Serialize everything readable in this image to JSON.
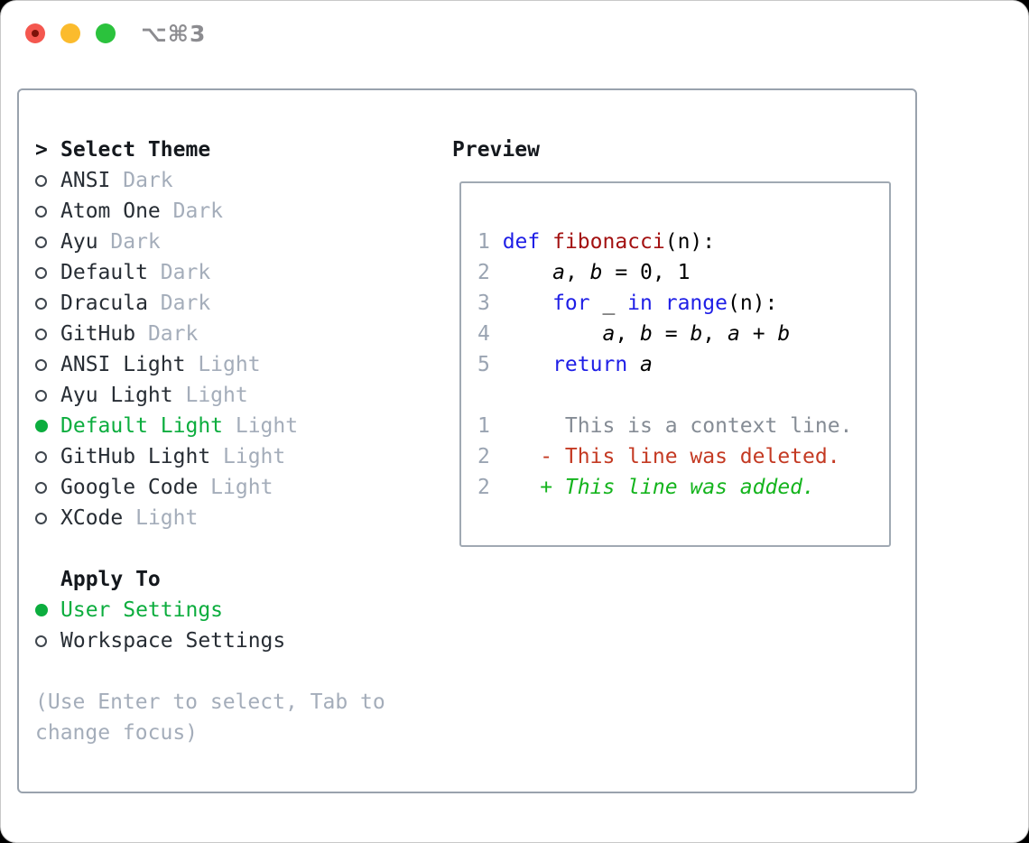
{
  "window": {
    "title": "⌥⌘3",
    "traffic_lights": {
      "close_color": "#f4574f",
      "unsaved_dot_color": "#7c1209",
      "minimize_color": "#fbbb2d",
      "zoom_color": "#2bc23d"
    }
  },
  "theme_picker": {
    "prompt": ">",
    "title": "Select Theme",
    "themes": [
      {
        "name": "ANSI",
        "variant": "Dark",
        "selected": false
      },
      {
        "name": "Atom One",
        "variant": "Dark",
        "selected": false
      },
      {
        "name": "Ayu",
        "variant": "Dark",
        "selected": false
      },
      {
        "name": "Default",
        "variant": "Dark",
        "selected": false
      },
      {
        "name": "Dracula",
        "variant": "Dark",
        "selected": false
      },
      {
        "name": "GitHub",
        "variant": "Dark",
        "selected": false
      },
      {
        "name": "ANSI Light",
        "variant": "Light",
        "selected": false
      },
      {
        "name": "Ayu Light",
        "variant": "Light",
        "selected": false
      },
      {
        "name": "Default Light",
        "variant": "Light",
        "selected": true
      },
      {
        "name": "GitHub Light",
        "variant": "Light",
        "selected": false
      },
      {
        "name": "Google Code",
        "variant": "Light",
        "selected": false
      },
      {
        "name": "XCode",
        "variant": "Light",
        "selected": false
      }
    ],
    "apply_to": {
      "title": "Apply To",
      "options": [
        {
          "label": "User Settings",
          "selected": true
        },
        {
          "label": "Workspace Settings",
          "selected": false
        }
      ]
    },
    "hint_lines": [
      "(Use Enter to select, Tab to",
      "change focus)"
    ]
  },
  "preview": {
    "title": "Preview",
    "lines": [
      {
        "no": "1",
        "segments": [
          {
            "t": "def",
            "s": "kw"
          },
          {
            "t": " ",
            "s": "plain"
          },
          {
            "t": "fibonacci",
            "s": "fn"
          },
          {
            "t": "(n):",
            "s": "plain"
          }
        ]
      },
      {
        "no": "2",
        "segments": [
          {
            "t": "    ",
            "s": "plain"
          },
          {
            "t": "a",
            "s": "var"
          },
          {
            "t": ", ",
            "s": "plain"
          },
          {
            "t": "b",
            "s": "var"
          },
          {
            "t": " = 0, 1",
            "s": "plain"
          }
        ]
      },
      {
        "no": "3",
        "segments": [
          {
            "t": "    ",
            "s": "plain"
          },
          {
            "t": "for",
            "s": "kw"
          },
          {
            "t": " _ ",
            "s": "plain"
          },
          {
            "t": "in",
            "s": "kw"
          },
          {
            "t": " ",
            "s": "plain"
          },
          {
            "t": "range",
            "s": "kw"
          },
          {
            "t": "(n):",
            "s": "plain"
          }
        ]
      },
      {
        "no": "4",
        "segments": [
          {
            "t": "        ",
            "s": "plain"
          },
          {
            "t": "a",
            "s": "var"
          },
          {
            "t": ", ",
            "s": "plain"
          },
          {
            "t": "b",
            "s": "var"
          },
          {
            "t": " = ",
            "s": "plain"
          },
          {
            "t": "b",
            "s": "var"
          },
          {
            "t": ", ",
            "s": "plain"
          },
          {
            "t": "a",
            "s": "var"
          },
          {
            "t": " + ",
            "s": "plain"
          },
          {
            "t": "b",
            "s": "var"
          }
        ]
      },
      {
        "no": "5",
        "segments": [
          {
            "t": "    ",
            "s": "plain"
          },
          {
            "t": "return",
            "s": "kw"
          },
          {
            "t": " ",
            "s": "plain"
          },
          {
            "t": "a",
            "s": "var"
          }
        ]
      },
      {
        "no": "",
        "segments": []
      },
      {
        "no": "1",
        "segments": [
          {
            "t": "     This is a context line.",
            "s": "ctx"
          }
        ]
      },
      {
        "no": "2",
        "segments": [
          {
            "t": "   - This line was deleted.",
            "s": "del"
          }
        ]
      },
      {
        "no": "2",
        "segments": [
          {
            "t": "   + This line was added.",
            "s": "add"
          }
        ]
      }
    ]
  },
  "colors": {
    "accent_green": "#0cad3e",
    "added_green": "#14b41d",
    "deleted_red": "#c43a23",
    "keyword_blue": "#1e1ee6",
    "function_red": "#a31111",
    "muted_gray": "#a4adba",
    "line_number_gray": "#9aa4b2",
    "context_gray": "#858c95",
    "panel_border": "#99a2ad",
    "text_dark": "#272d34"
  }
}
